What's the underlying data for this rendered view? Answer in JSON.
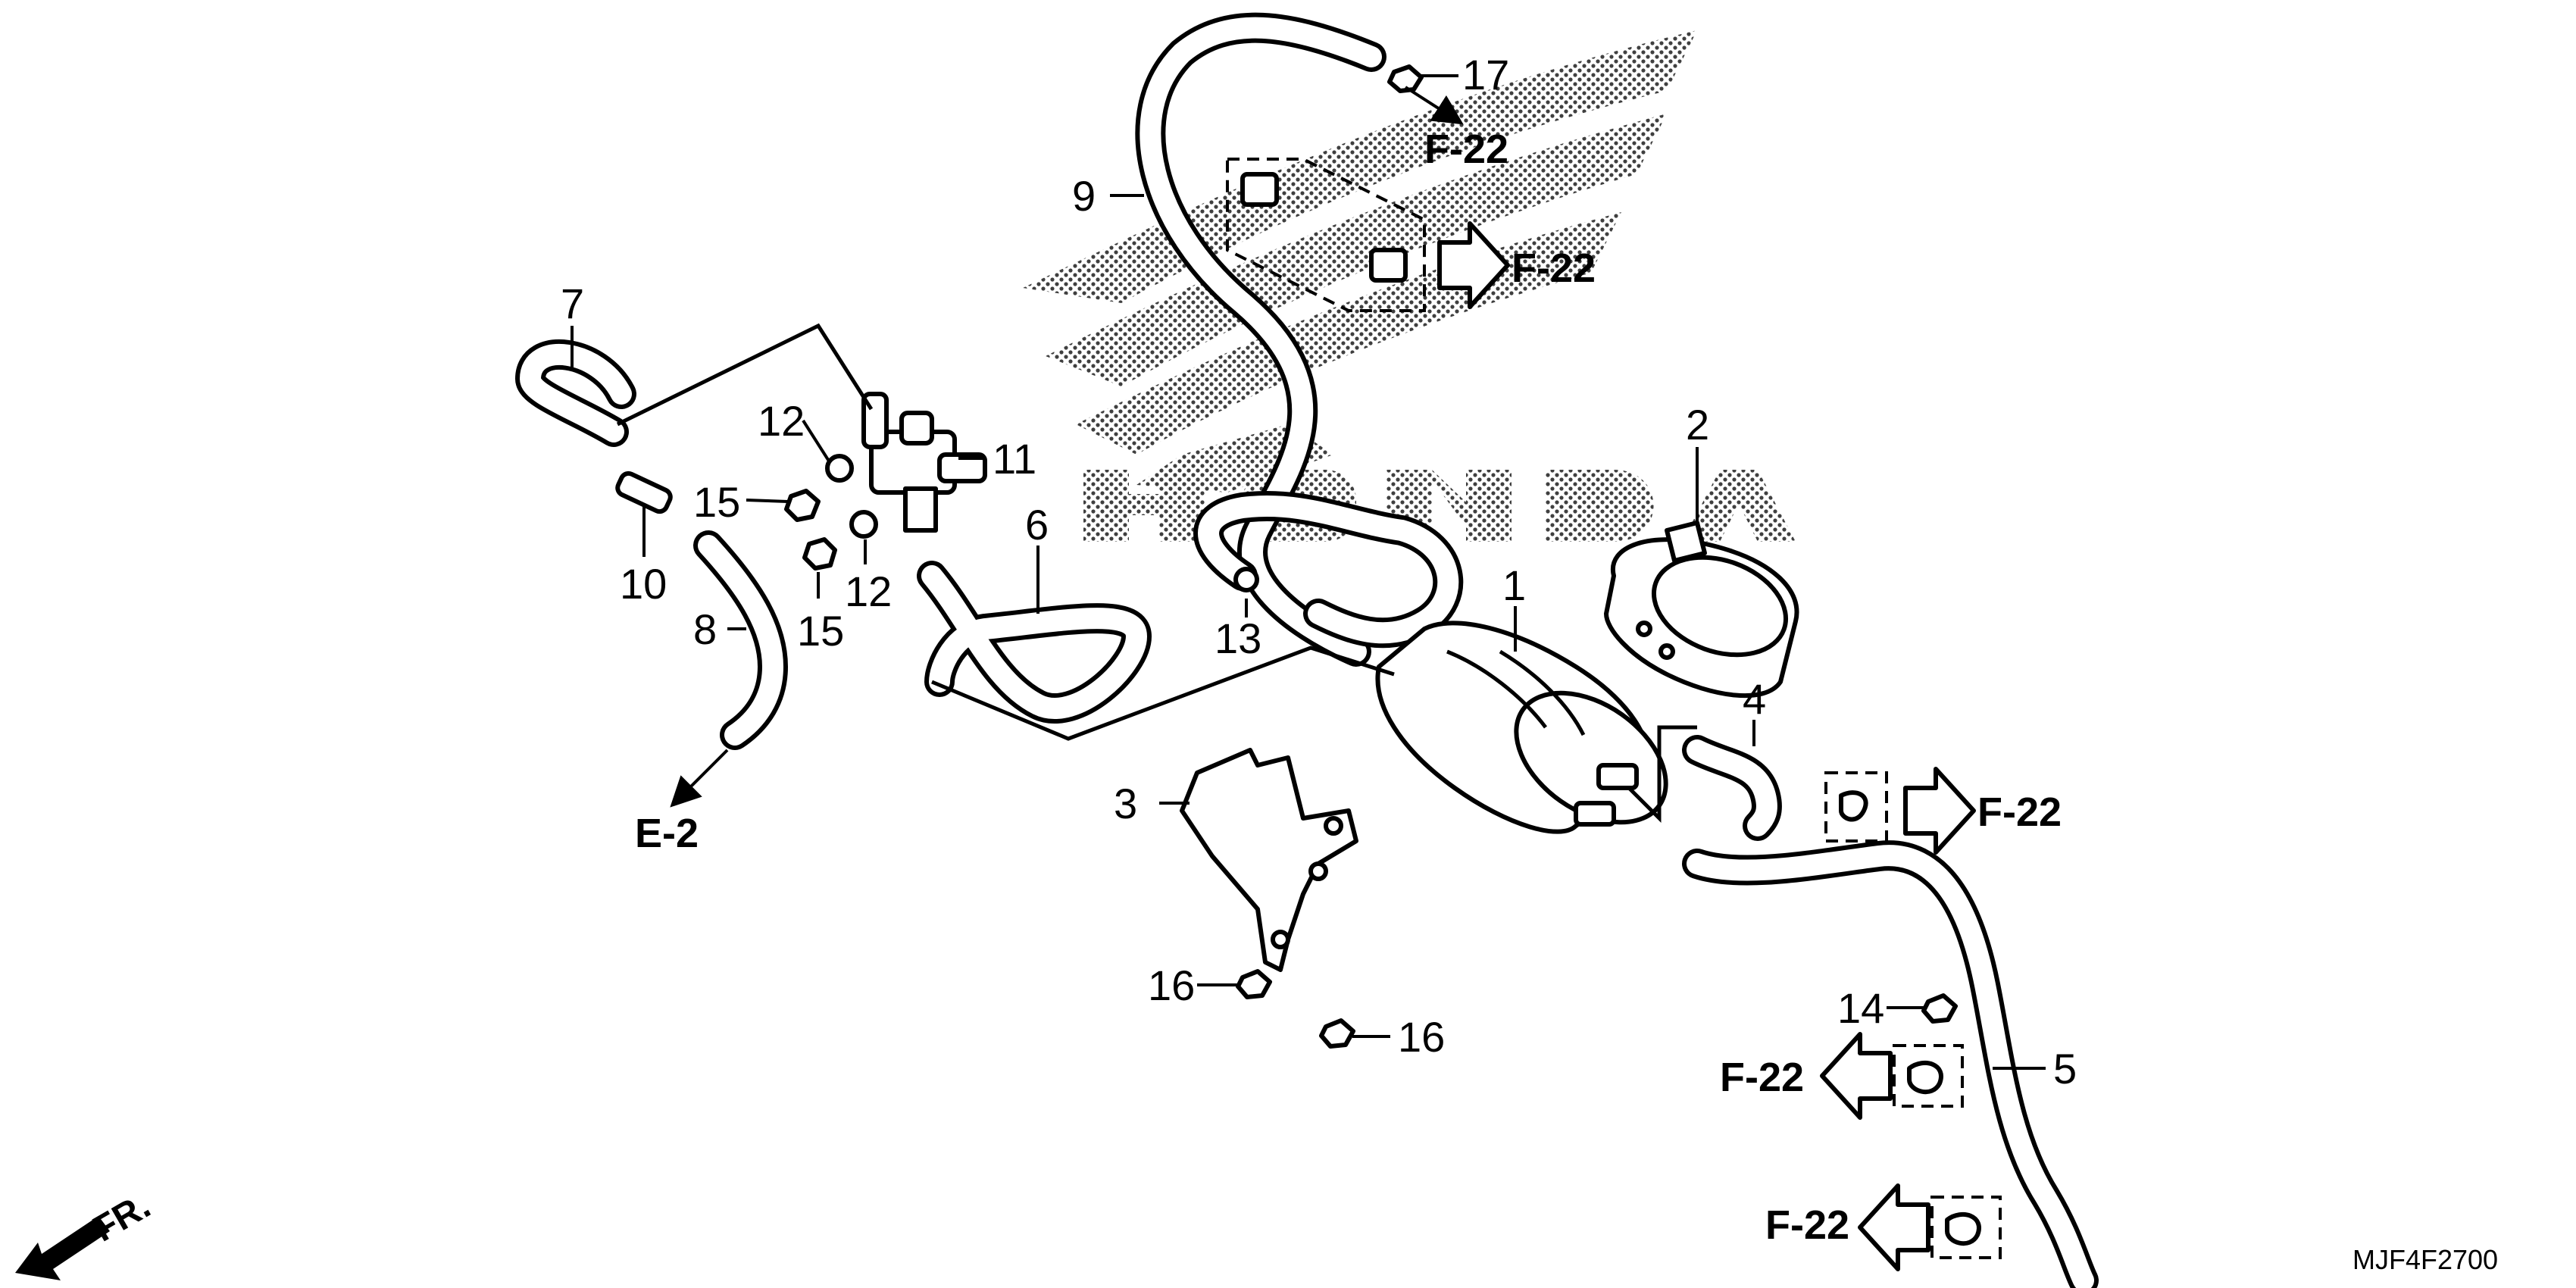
{
  "callouts": {
    "c1": "1",
    "c2": "2",
    "c3": "3",
    "c4": "4",
    "c5": "5",
    "c6": "6",
    "c7": "7",
    "c8": "8",
    "c9": "9",
    "c10": "10",
    "c11": "11",
    "c12a": "12",
    "c12b": "12",
    "c13": "13",
    "c14": "14",
    "c15a": "15",
    "c15b": "15",
    "c16a": "16",
    "c16b": "16",
    "c17": "17"
  },
  "references": {
    "f22_top": "F-22",
    "f22_upper_arrow": "F-22",
    "f22_right": "F-22",
    "f22_mid_left": "F-22",
    "f22_bottom_left": "F-22",
    "e2": "E-2"
  },
  "front_indicator": "FR.",
  "diagram_code": "MJF4F2700",
  "watermark_text": "HONDA"
}
